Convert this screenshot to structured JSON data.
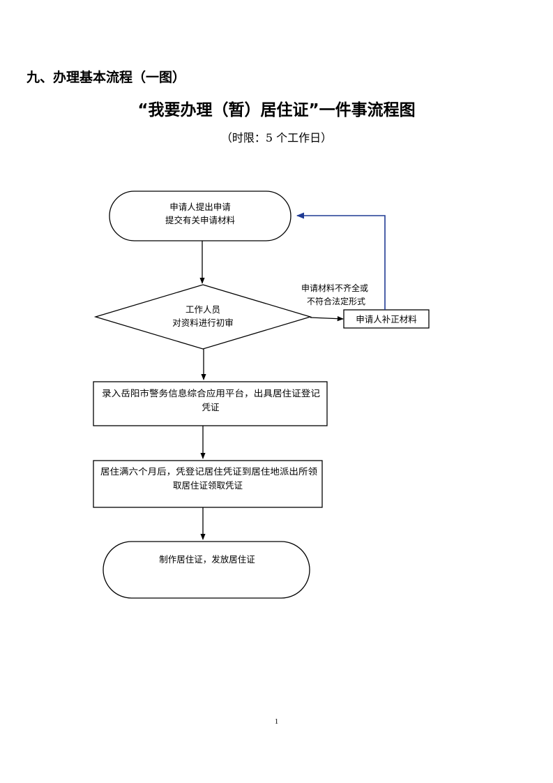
{
  "section_heading": "九、办理基本流程（一图）",
  "title": "“我要办理（暂）居住证”一件事流程图",
  "subtitle": "（时限：5 个工作日）",
  "flowchart": {
    "start": {
      "line1": "申请人提出申请",
      "line2": "提交有关申请材料"
    },
    "review": {
      "line1": "工作人员",
      "line2": "对资料进行初审"
    },
    "reject_condition": {
      "line1": "申请材料不齐全或",
      "line2": "不符合法定形式"
    },
    "supplement": {
      "label": "申请人补正材料"
    },
    "register": {
      "line1": "录入岳阳市警务信息综合应用平台，出具居住证登记",
      "line2": "凭证"
    },
    "collect": {
      "line1": "居住满六个月后，凭登记居住凭证到居住地派出所领",
      "line2": "取居住证领取凭证"
    },
    "end": {
      "label": "制作居住证，发放居住证"
    }
  },
  "colors": {
    "stroke": "#000000",
    "return_arrow": "#1f3a93"
  },
  "page_number": "1"
}
